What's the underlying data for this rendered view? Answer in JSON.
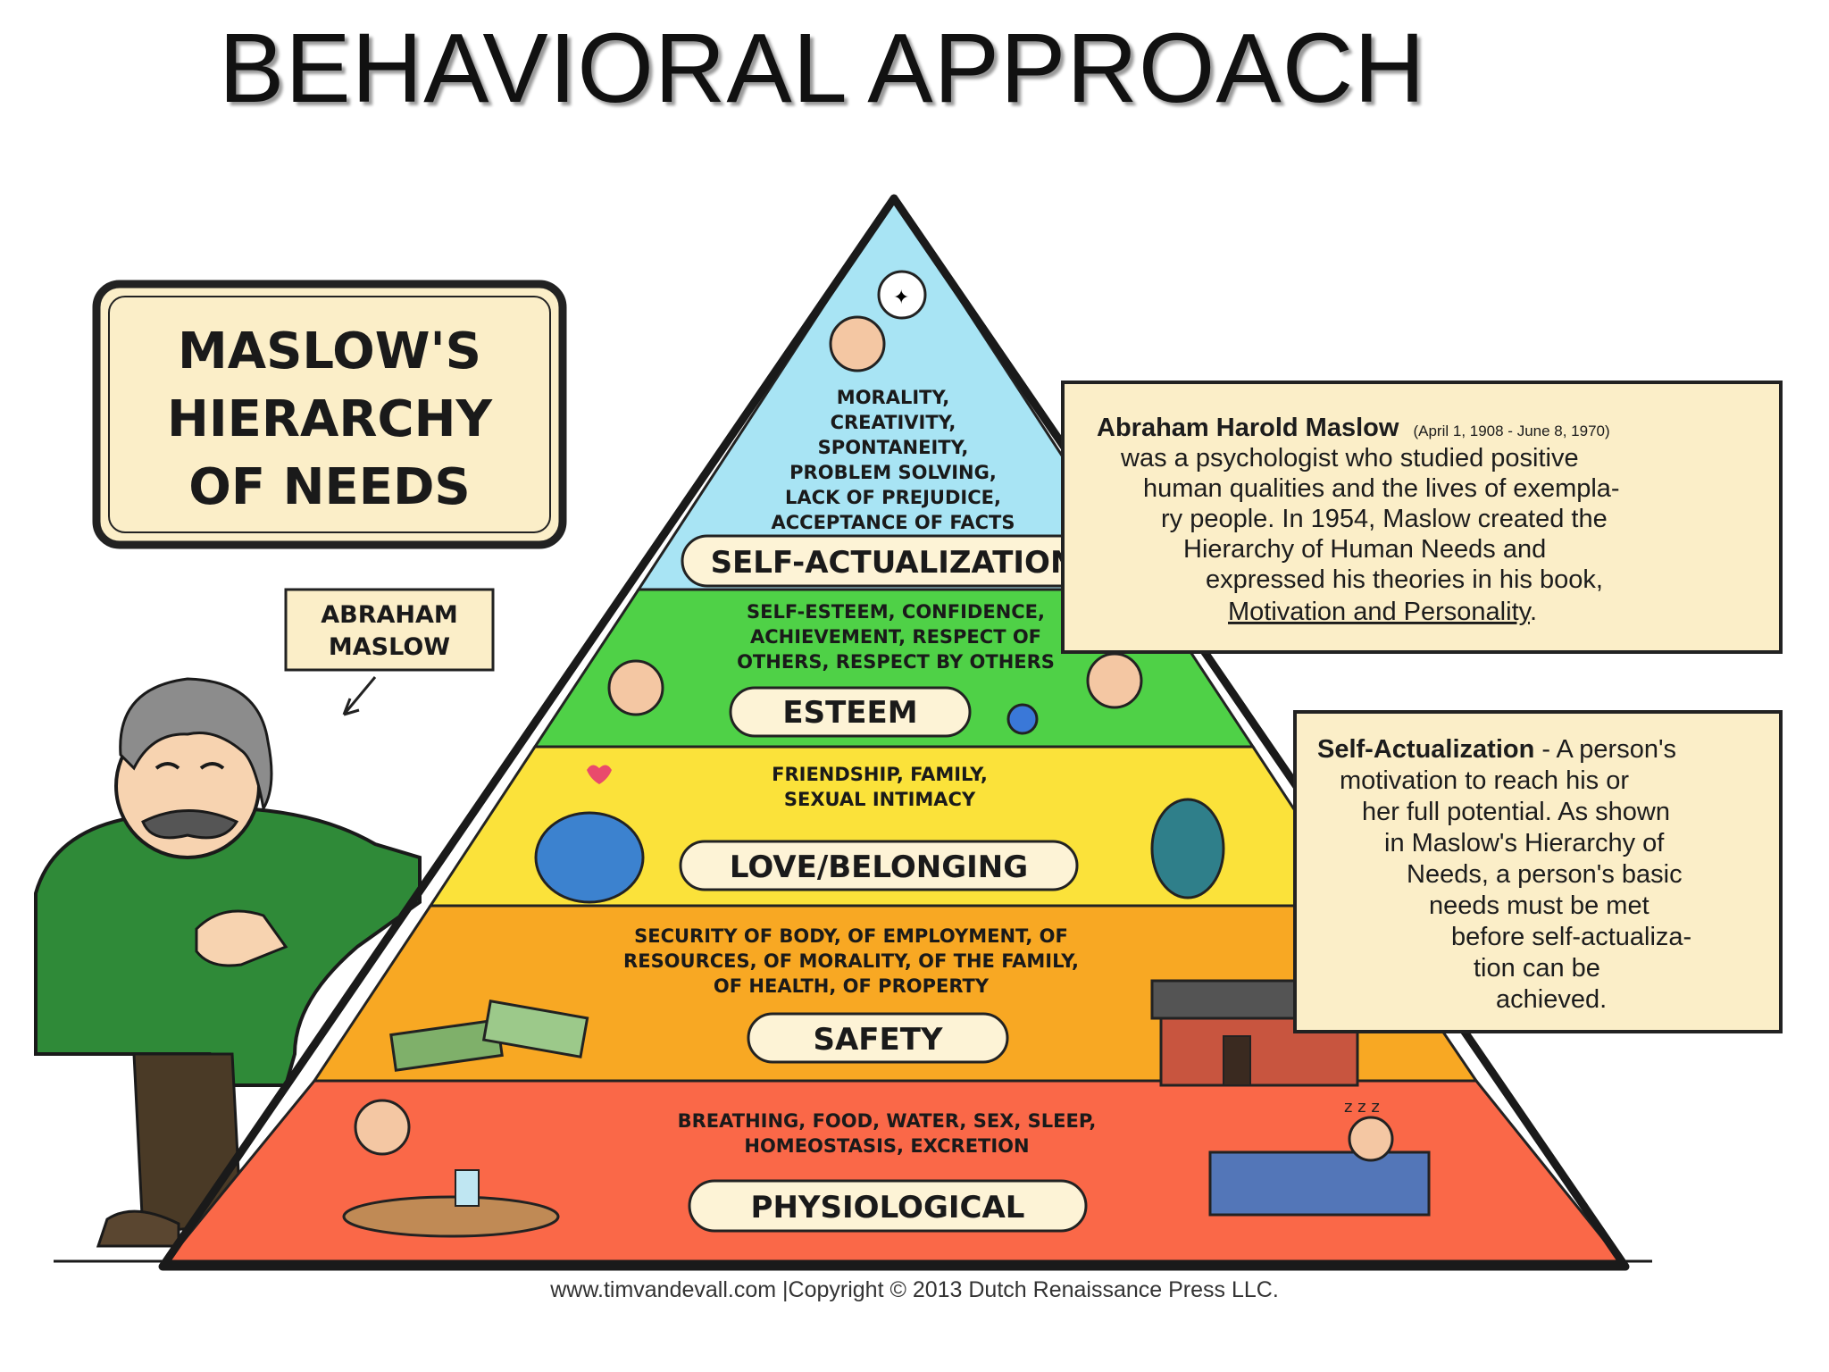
{
  "slide": {
    "title": "BEHAVIORAL APPROACH"
  },
  "title_box": {
    "lines": [
      "MASLOW'S",
      "HIERARCHY",
      "OF NEEDS"
    ]
  },
  "name_label": {
    "lines": [
      "ABRAHAM",
      "MASLOW"
    ]
  },
  "pyramid": {
    "tiers": [
      {
        "name": "SELF-ACTUALIZATION",
        "color": "#a8e4f4",
        "description": [
          "MORALITY,",
          "CREATIVITY,",
          "SPONTANEITY,",
          "PROBLEM SOLVING,",
          "LACK OF PREJUDICE,",
          "ACCEPTANCE OF FACTS"
        ]
      },
      {
        "name": "ESTEEM",
        "color": "#4fd147",
        "description": [
          "SELF-ESTEEM, CONFIDENCE,",
          "ACHIEVEMENT, RESPECT OF",
          "OTHERS, RESPECT BY OTHERS"
        ]
      },
      {
        "name": "LOVE/BELONGING",
        "color": "#fbe23a",
        "description": [
          "FRIENDSHIP, FAMILY,",
          "SEXUAL INTIMACY"
        ]
      },
      {
        "name": "SAFETY",
        "color": "#f8a823",
        "description": [
          "SECURITY OF BODY, OF EMPLOYMENT, OF",
          "RESOURCES, OF MORALITY, OF THE FAMILY,",
          "OF HEALTH, OF PROPERTY"
        ]
      },
      {
        "name": "PHYSIOLOGICAL",
        "color": "#fa6848",
        "description": [
          "BREATHING, FOOD, WATER, SEX, SLEEP,",
          "HOMEOSTASIS, EXCRETION"
        ]
      }
    ]
  },
  "bio_box": {
    "name": "Abraham Harold Maslow",
    "dates": "(April 1, 1908 - June 8, 1970)",
    "lines": [
      "was a psychologist who studied positive",
      "human qualities and the lives of exempla-",
      "ry people. In 1954, Maslow created the",
      "Hierarchy of Human Needs and",
      "expressed his theories in his book,"
    ],
    "book": "Motivation and Personality",
    "book_suffix": "."
  },
  "definition_box": {
    "term": "Self-Actualization",
    "first_line_rest": " - A person's",
    "lines": [
      "motivation to reach his or",
      "her full potential. As shown",
      "in Maslow's Hierarchy of",
      "Needs, a person's basic",
      "needs must be met",
      "before self-actualiza-",
      "tion can be",
      "achieved."
    ]
  },
  "credit": "www.timvandevall.com |Copyright © 2013 Dutch Renaissance Press LLC.",
  "colors": {
    "box_fill": "#fbeec8",
    "pill_fill": "#fdf3d6",
    "outline": "#222222"
  }
}
